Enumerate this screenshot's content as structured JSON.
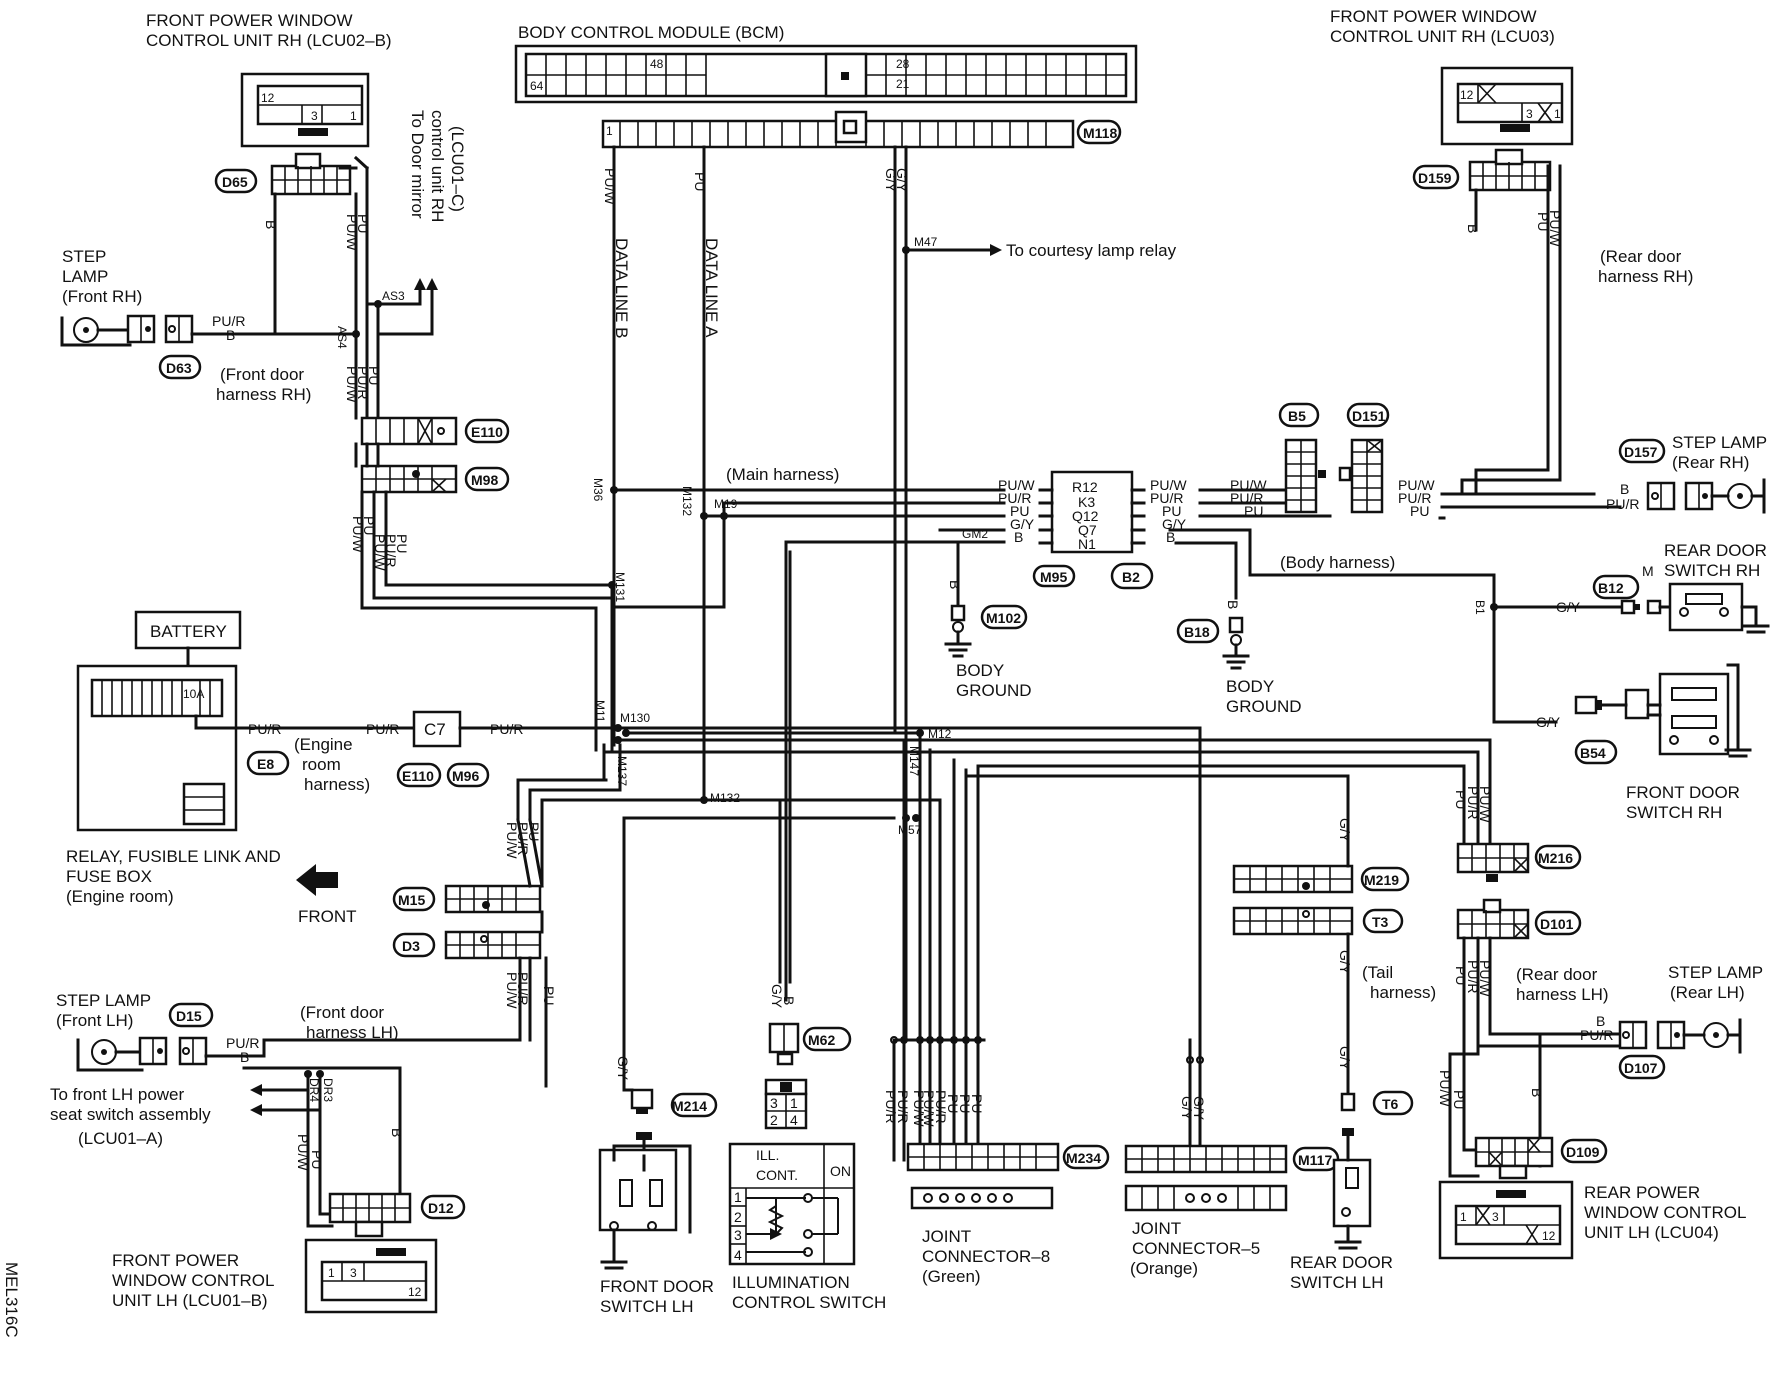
{
  "titles": {
    "bcm": "BODY CONTROL MODULE (BCM)",
    "fpw_rh_b_1": "FRONT POWER WINDOW",
    "fpw_rh_b_2": "CONTROL UNIT RH (LCU02–B)",
    "fpw_rh_03_1": "FRONT POWER WINDOW",
    "fpw_rh_03_2": "CONTROL UNIT RH (LCU03)",
    "fpw_lh_1": "FRONT POWER",
    "fpw_lh_2": "WINDOW CONTROL",
    "fpw_lh_3": "UNIT LH (LCU01–B)",
    "rpw_lh_1": "REAR POWER",
    "rpw_lh_2": "WINDOW CONTROL",
    "rpw_lh_3": "UNIT LH (LCU04)"
  },
  "labels": {
    "battery": "BATTERY",
    "relay_box_1": "RELAY, FUSIBLE LINK AND",
    "relay_box_2": "FUSE BOX",
    "relay_box_3": "(Engine room)",
    "front": "FRONT",
    "fuse": "10A",
    "step_front_rh_1": "STEP",
    "step_front_rh_2": "LAMP",
    "step_front_rh_3": "(Front RH)",
    "step_rear_rh_1": "STEP LAMP",
    "step_rear_rh_2": "(Rear RH)",
    "step_front_lh_1": "STEP LAMP",
    "step_front_lh_2": "(Front LH)",
    "step_rear_lh_1": "STEP LAMP",
    "step_rear_lh_2": "(Rear LH)",
    "door_mirror_1": "To Door mirror",
    "door_mirror_2": "control unit RH",
    "door_mirror_3": "(LCU01–C)",
    "front_door_harness_rh_1": "(Front door",
    "front_door_harness_rh_2": "harness RH)",
    "front_door_harness_lh_1": "(Front door",
    "front_door_harness_lh_2": "harness LH)",
    "rear_door_harness_rh_1": "(Rear door",
    "rear_door_harness_rh_2": "harness RH)",
    "rear_door_harness_lh_1": "(Rear door",
    "rear_door_harness_lh_2": "harness LH)",
    "main_harness": "(Main harness)",
    "body_harness": "(Body harness)",
    "engine_room_harness_1": "(Engine",
    "engine_room_harness_2": "room",
    "engine_room_harness_3": "harness)",
    "tail_harness_1": "(Tail",
    "tail_harness_2": "harness)",
    "courtesy": "To courtesy lamp relay",
    "data_line_b": "DATA LINE B",
    "data_line_a": "DATA LINE A",
    "body_ground": "BODY",
    "ground": "GROUND",
    "rear_door_sw_rh_1": "REAR DOOR",
    "rear_door_sw_rh_2": "SWITCH RH",
    "front_door_sw_rh_1": "FRONT DOOR",
    "front_door_sw_rh_2": "SWITCH RH",
    "front_door_sw_lh_1": "FRONT DOOR",
    "front_door_sw_lh_2": "SWITCH  LH",
    "rear_door_sw_lh_1": "REAR DOOR",
    "rear_door_sw_lh_2": "SWITCH LH",
    "illum_1": "ILLUMINATION",
    "illum_2": "CONTROL SWITCH",
    "ill_cont_1": "ILL.",
    "ill_cont_2": "CONT.",
    "on": "ON",
    "jc8_1": "JOINT",
    "jc8_2": "CONNECTOR–8",
    "jc8_3": "(Green)",
    "jc5_1": "JOINT",
    "jc5_2": "CONNECTOR–5",
    "jc5_3": "(Orange)",
    "lh_seat_1": "To front LH power",
    "lh_seat_2": "seat switch assembly",
    "lh_seat_3": "(LCU01–A)",
    "c7": "C7",
    "code": "MEL316C"
  },
  "connectors": {
    "d65": "D65",
    "d63": "D63",
    "e110": "E110",
    "m98": "M98",
    "m118": "M118",
    "d159": "D159",
    "b5": "B5",
    "d151": "D151",
    "d157": "D157",
    "b12": "B12",
    "b54": "B54",
    "m95": "M95",
    "b2": "B2",
    "m102": "M102",
    "b18": "B18",
    "e8": "E8",
    "e110b": "E110",
    "m96": "M96",
    "m15": "M15",
    "d3": "D3",
    "d15": "D15",
    "d12": "D12",
    "m62": "M62",
    "m214": "M214",
    "m234": "M234",
    "m117": "M117",
    "m219": "M219",
    "t3": "T3",
    "t6": "T6",
    "m216": "M216",
    "d101": "D101",
    "d107": "D107",
    "d109": "D109"
  },
  "junctions": {
    "m47": "M47",
    "m36": "M36",
    "m19": "M19",
    "m132": "M132",
    "m132b": "M132",
    "m131": "M131",
    "m11": "M11",
    "m130": "M130",
    "m12": "M12",
    "m137": "M137",
    "m147": "M147",
    "m57": "M57",
    "gm2": "GM2",
    "as3": "AS3",
    "as4": "AS4",
    "b1": "B1",
    "dr3": "DR3",
    "dr4": "DR4",
    "b12m": "M"
  },
  "pins": {
    "bcm_48": "48",
    "bcm_64": "64",
    "bcm_28": "28",
    "bcm_21": "21",
    "bcm_1": "1",
    "p12": "12",
    "p3": "3",
    "p1": "1",
    "m95_r12": "R12",
    "m95_k3": "K3",
    "m95_q12": "Q12",
    "m95_q7": "Q7",
    "m95_n1": "N1",
    "ill_1": "1",
    "ill_2": "2",
    "ill_3": "3",
    "ill_4": "4",
    "m62_3": "3",
    "m62_1": "1",
    "m62_2": "2",
    "m62_4": "4"
  },
  "wires": {
    "puw": "PU/W",
    "pur": "PU/R",
    "pu": "PU",
    "gy": "G/Y",
    "b": "B"
  }
}
